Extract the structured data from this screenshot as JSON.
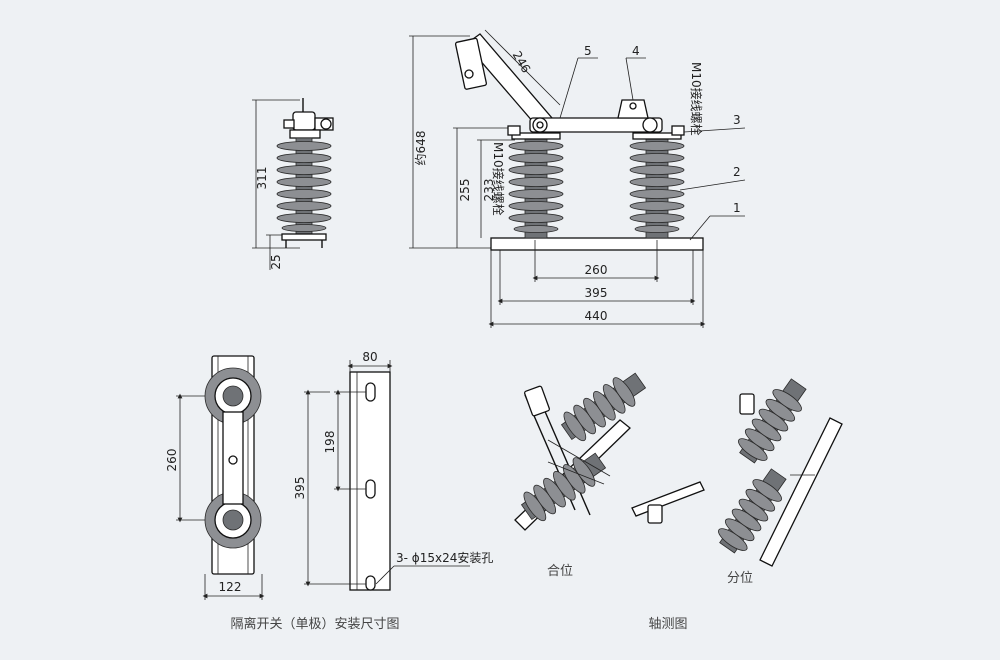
{
  "front_view": {
    "dim_246": "246",
    "dim_648": "约648",
    "dim_255": "255",
    "dim_233": "233",
    "dim_260": "260",
    "dim_395": "395",
    "dim_440": "440",
    "label_m10_right": "M10接线螺栓",
    "label_m10_left": "M10接线螺栓",
    "callouts": [
      "1",
      "2",
      "3",
      "4",
      "5"
    ]
  },
  "side_view": {
    "dim_311": "311",
    "dim_25": "25"
  },
  "top_view": {
    "dim_260": "260",
    "dim_122": "122"
  },
  "base_view": {
    "dim_80": "80",
    "dim_198": "198",
    "dim_395": "395",
    "hole_label": "3- ϕ15x24安装孔"
  },
  "iso_views": {
    "closed_label": "合位",
    "open_label": "分位"
  },
  "captions": {
    "left": "隔离开关（单极）安装尺寸图",
    "right": "轴测图"
  }
}
